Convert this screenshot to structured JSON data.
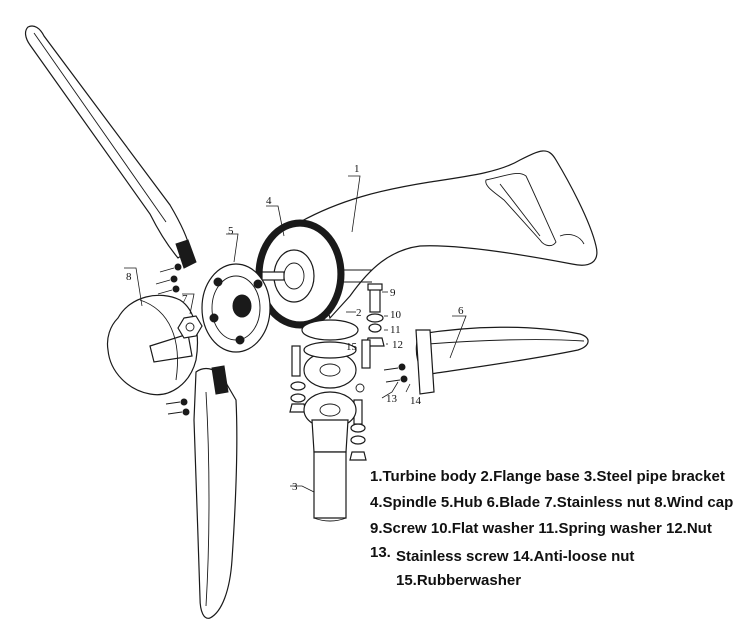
{
  "callouts": {
    "c1": "1",
    "c2": "2",
    "c3": "3",
    "c4": "4",
    "c5": "5",
    "c6": "6",
    "c7": "7",
    "c8": "8",
    "c9": "9",
    "c10": "10",
    "c11": "11",
    "c12": "12",
    "c13": "13",
    "c14": "14",
    "c15": "15"
  },
  "legend": {
    "line1": "1.Turbine body  2.Flange base 3.Steel pipe bracket",
    "line2": "4.Spindle  5.Hub  6.Blade 7.Stainless nut 8.Wind cap",
    "line3": "9.Screw  10.Flat washer  11.Spring washer  12.Nut",
    "line4a": "13.",
    "line4b": "Stainless screw 14.Anti-loose nut",
    "line5": "15.Rubberwasher"
  }
}
